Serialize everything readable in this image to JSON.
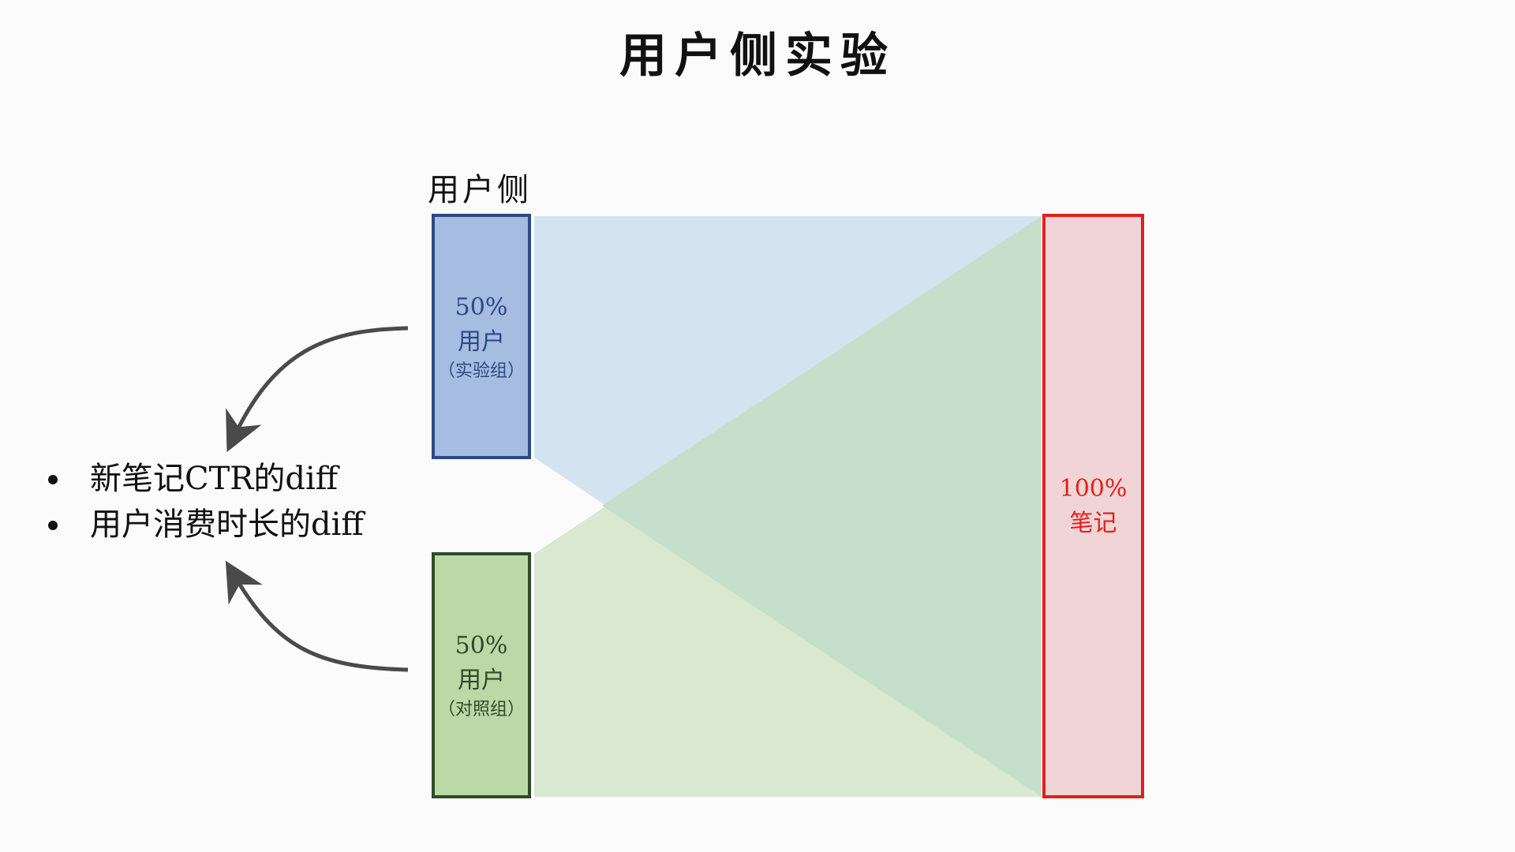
{
  "title": "用户侧实验",
  "side_label": "用户侧",
  "experiment_group": {
    "percent": "50%",
    "who": "用户",
    "group": "（实验组）",
    "color": "#2b4a86"
  },
  "control_group": {
    "percent": "50%",
    "who": "用户",
    "group": "（对照组）",
    "color": "#2e4b28"
  },
  "notes_pool": {
    "percent": "100%",
    "what": "笔记",
    "color": "#e0211c"
  },
  "metrics": [
    "新笔记CTR的diff",
    "用户消费时长的diff"
  ]
}
